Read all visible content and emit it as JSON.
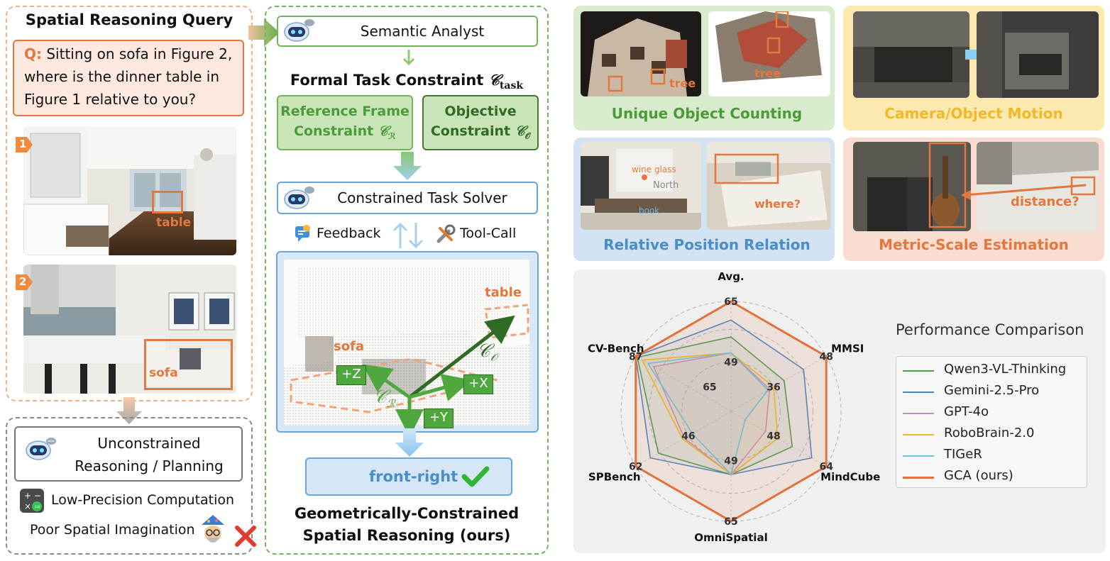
{
  "left": {
    "title": "Spatial Reasoning Query",
    "question_prefix": "Q:",
    "question_lines": [
      " Sitting on sofa in Figure 2,",
      "where is the dinner table in",
      "Figure 1 relative to you?"
    ],
    "fig1_badge": "1",
    "fig2_badge": "2",
    "fig1_label": "table",
    "fig2_label": "sofa",
    "unconstrained_lines": [
      "Unconstrained",
      "Reasoning / Planning"
    ],
    "low_precision": "Low-Precision Computation",
    "poor_imagination": "Poor Spatial Imagination"
  },
  "middle": {
    "semantic_analyst": "Semantic Analyst",
    "formal_constraint": "Formal Task Constraint",
    "formal_symbol": "𝒞",
    "formal_sub": "task",
    "ref_frame_lines": [
      "Reference Frame",
      "Constraint"
    ],
    "ref_symbol": "𝒞",
    "ref_sub": "ℛ",
    "objective_lines": [
      "Objective",
      "Constraint"
    ],
    "obj_symbol": "𝒞",
    "obj_sub": "𝒪",
    "solver": "Constrained Task Solver",
    "feedback": "Feedback",
    "toolcall": "Tool-Call",
    "scene_table": "table",
    "scene_sofa": "sofa",
    "axis_z": "+Z",
    "axis_x": "+X",
    "axis_y": "+Y",
    "scene_co": "𝒞",
    "scene_co_sub": "𝒪",
    "scene_cr": "𝒞",
    "scene_cr_sub": "ℛ",
    "answer": "front-right",
    "method_lines": [
      "Geometrically-Constrained",
      "Spatial Reasoning (ours)"
    ]
  },
  "tasks": {
    "counting": "Unique Object Counting",
    "counting_labels": [
      "tree",
      "tree"
    ],
    "motion": "Camera/Object Motion",
    "relative": "Relative Position Relation",
    "relative_labels": [
      "wine glass",
      "North",
      "book",
      "where?"
    ],
    "metric": "Metric-Scale Estimation",
    "metric_label": "distance?"
  },
  "colors": {
    "orange": "#e2783f",
    "green": "#4d9a3a",
    "blue": "#4a8ec9",
    "yellow": "#f0b92a",
    "counting_bg": "#d8ebcd",
    "motion_bg": "#fbe9b0",
    "relative_bg": "#d3e3f3",
    "metric_bg": "#f9ddd0"
  },
  "chart_data": {
    "type": "radar",
    "title": "Performance Comparison",
    "axes": [
      {
        "name": "Avg.",
        "tick_labels": [
          "49",
          "65"
        ]
      },
      {
        "name": "MMSI",
        "tick_labels": [
          "36",
          "48"
        ]
      },
      {
        "name": "MindCube",
        "tick_labels": [
          "48",
          "64"
        ]
      },
      {
        "name": "OmniSpatial",
        "tick_labels": [
          "49",
          "65"
        ]
      },
      {
        "name": "SPBench",
        "tick_labels": [
          "46",
          "62"
        ]
      },
      {
        "name": "CV-Bench",
        "tick_labels": [
          "65",
          "87"
        ]
      }
    ],
    "series": [
      {
        "name": "Qwen3-VL-Thinking",
        "color": "#4fa04a",
        "values": [
          0.62,
          0.48,
          0.58,
          0.5,
          0.72,
          0.98
        ]
      },
      {
        "name": "Gemini-2.5-Pro",
        "color": "#4f86c6",
        "values": [
          0.8,
          0.72,
          0.82,
          0.5,
          0.82,
          1.0
        ]
      },
      {
        "name": "GPT-4o",
        "color": "#c98ac4",
        "values": [
          0.45,
          0.3,
          0.25,
          0.5,
          0.4,
          0.78
        ]
      },
      {
        "name": "RoboBrain-2.0",
        "color": "#f0b92a",
        "values": [
          0.45,
          0.35,
          0.4,
          0.5,
          0.42,
          0.92
        ]
      },
      {
        "name": "TIGeR",
        "color": "#6bc2e4",
        "values": [
          0.45,
          0.28,
          0.0,
          0.5,
          0.3,
          0.85
        ]
      },
      {
        "name": "GCA (ours)",
        "color": "#e2723c",
        "values": [
          1.0,
          1.0,
          1.0,
          1.0,
          1.0,
          1.0
        ]
      }
    ],
    "grid": true,
    "legend": "right"
  }
}
